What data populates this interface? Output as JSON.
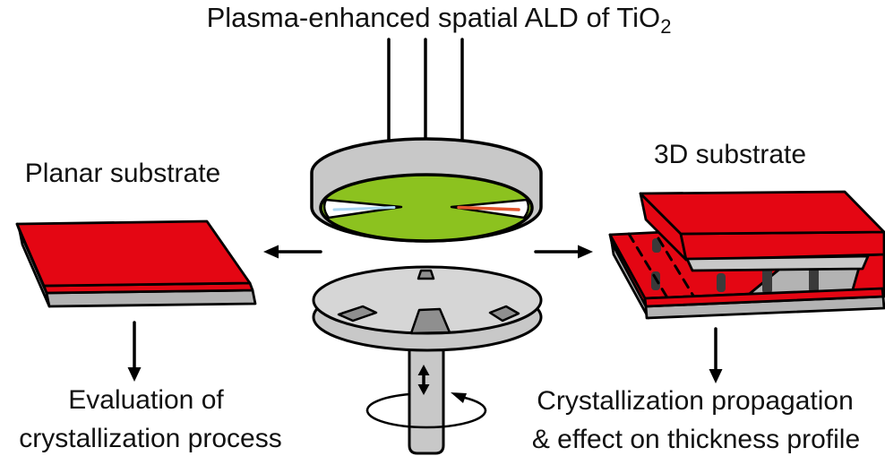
{
  "title": {
    "main": "Plasma-enhanced spatial ALD of TiO",
    "sub": "2"
  },
  "left_panel": {
    "label": "Planar substrate",
    "caption": [
      "Evaluation of",
      "crystallization process"
    ]
  },
  "right_panel": {
    "label": "3D substrate",
    "caption": [
      "Crystallization propagation",
      "& effect on thickness profile"
    ]
  },
  "icons": {
    "arrow_to_planar": "left-arrow",
    "arrow_to_3d": "right-arrow",
    "down_arrow_left": "down-arrow",
    "down_arrow_right": "down-arrow",
    "rotation_arrow": "circular-arrow",
    "updown_arrow": "vertical-double-arrow"
  },
  "colors": {
    "red": "#e40613",
    "green": "#8cc21f",
    "grayLight": "#d6d6d6",
    "grayMid": "#c8c8c8",
    "grayDark": "#b3b3b3",
    "pocketGray": "#8f8f8f",
    "pillarDark": "#3a3a3a",
    "flowBlue": "#a9d7f2",
    "flowOrange": "#e2552c",
    "ink": "#000000"
  }
}
